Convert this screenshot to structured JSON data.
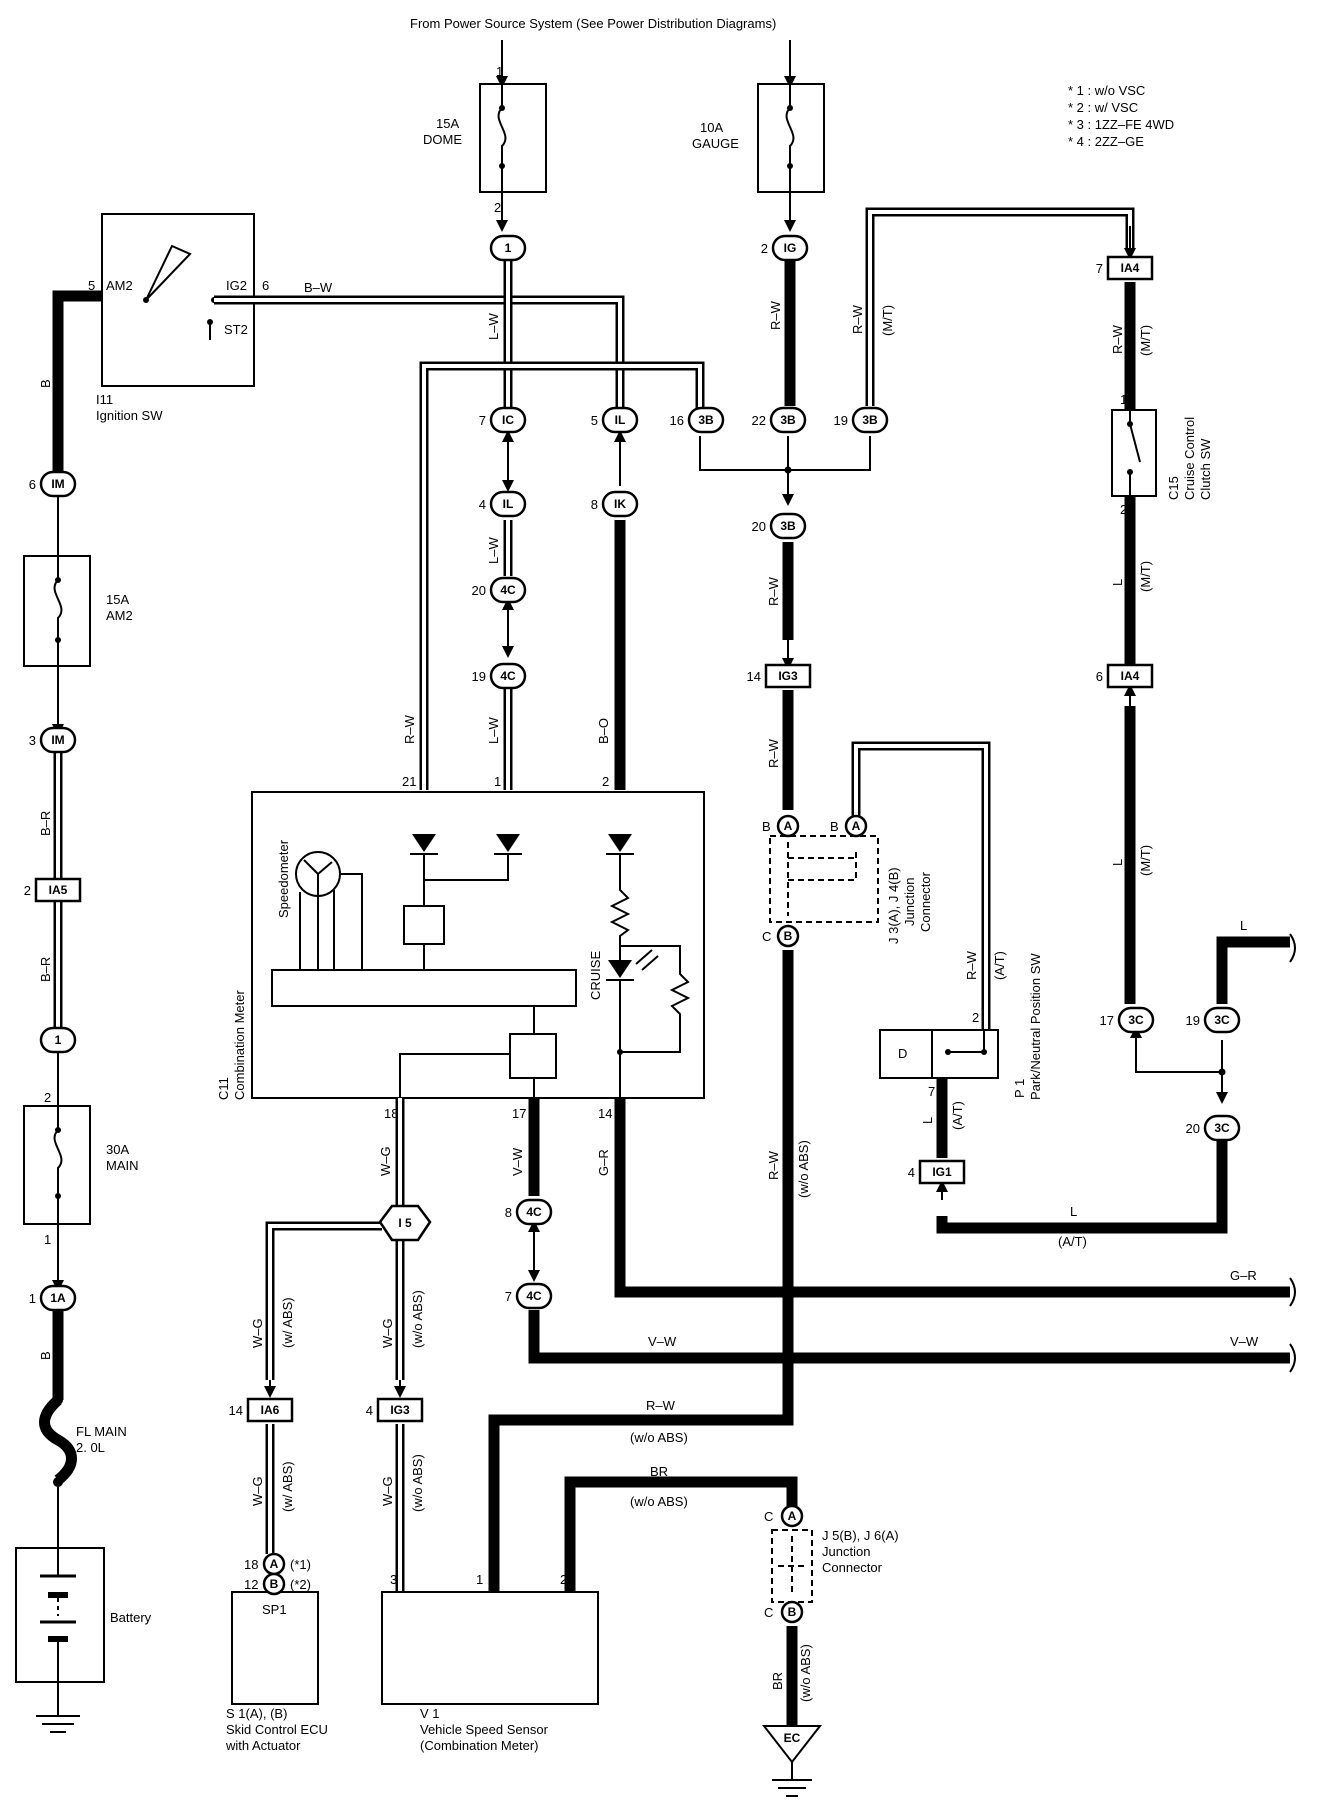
{
  "header": {
    "top_note": "From Power Source System (See Power Distribution Diagrams)"
  },
  "legend": [
    "* 1 : w/o VSC",
    "* 2 : w/ VSC",
    "* 3 : 1ZZ–FE 4WD",
    "* 4 : 2ZZ–GE"
  ],
  "fuses": {
    "dome": {
      "line1": "15A",
      "line2": "DOME",
      "pin_top": "1",
      "pin_bottom": "2"
    },
    "gauge": {
      "line1": "10A",
      "line2": "GAUGE"
    },
    "am2": {
      "line1": "15A",
      "line2": "AM2"
    },
    "main": {
      "line1": "30A",
      "line2": "MAIN",
      "pin_top": "2",
      "pin_bottom": "1"
    },
    "fl_main": {
      "line1": "FL MAIN",
      "line2": "2. 0L"
    }
  },
  "ignition": {
    "code": "I11",
    "name": "Ignition SW",
    "am2": "AM2",
    "ig2": "IG2",
    "st2": "ST2",
    "pin_am2": "5",
    "pin_ig2": "6"
  },
  "connectors": {
    "c1_top": {
      "pin": "",
      "code": "1"
    },
    "ig_top": {
      "pin": "2",
      "code": "IG"
    },
    "ic": {
      "pin": "7",
      "code": "IC"
    },
    "il_top": {
      "pin": "5",
      "code": "IL"
    },
    "b3_16": {
      "pin": "16",
      "code": "3B"
    },
    "b3_22": {
      "pin": "22",
      "code": "3B"
    },
    "b3_19": {
      "pin": "19",
      "code": "3B"
    },
    "b3_20": {
      "pin": "20",
      "code": "3B"
    },
    "il_4": {
      "pin": "4",
      "code": "IL"
    },
    "ik_8": {
      "pin": "8",
      "code": "IK"
    },
    "c4_20": {
      "pin": "20",
      "code": "4C"
    },
    "c4_19": {
      "pin": "19",
      "code": "4C"
    },
    "ig3_14": {
      "pin": "14",
      "code": "IG3"
    },
    "ia4_7": {
      "pin": "7",
      "code": "IA4"
    },
    "ia4_6": {
      "pin": "6",
      "code": "IA4"
    },
    "im_6": {
      "pin": "6",
      "code": "IM"
    },
    "im_3": {
      "pin": "3",
      "code": "IM"
    },
    "ia5_2": {
      "pin": "2",
      "code": "IA5"
    },
    "one_mid": {
      "pin": "",
      "code": "1"
    },
    "a1_1": {
      "pin": "1",
      "code": "1A"
    },
    "c3_17": {
      "pin": "17",
      "code": "3C"
    },
    "c3_19": {
      "pin": "19",
      "code": "3C"
    },
    "c3_20": {
      "pin": "20",
      "code": "3C"
    },
    "ig1_4": {
      "pin": "4",
      "code": "IG1"
    },
    "c4_8": {
      "pin": "8",
      "code": "4C"
    },
    "c4_7": {
      "pin": "7",
      "code": "4C"
    },
    "i5": {
      "code": "I 5"
    },
    "ia6_14": {
      "pin": "14",
      "code": "IA6"
    },
    "ig3_4": {
      "pin": "4",
      "code": "IG3"
    },
    "j3_a1": {
      "pin": "B",
      "code": "A"
    },
    "j3_a2": {
      "pin": "B",
      "code": "A"
    },
    "j3_b": {
      "pin": "C",
      "code": "B"
    },
    "j5_a": {
      "pin": "C",
      "code": "A"
    },
    "j5_b": {
      "pin": "C",
      "code": "B"
    },
    "sp_a": {
      "pin": "18",
      "code": "A",
      "note": "(*1)"
    },
    "sp_b": {
      "pin": "12",
      "code": "B",
      "note": "(*2)"
    },
    "ec": {
      "code": "EC"
    }
  },
  "wires": {
    "b_w": "B–W",
    "l_w": "L–W",
    "r_w": "R–W",
    "r_w_mt": "(M/T)",
    "b": "B",
    "b_r": "B–R",
    "b_o": "B–O",
    "l": "L",
    "mt": "(M/T)",
    "at": "(A/T)",
    "g_r": "G–R",
    "v_w": "V–W",
    "w_g": "W–G",
    "w_abs": "(w/ ABS)",
    "wo_abs": "(w/o ABS)",
    "br": "BR"
  },
  "meter": {
    "code": "C11",
    "name": "Combination Meter",
    "speedometer": "Speedometer",
    "cruise": "CRUISE",
    "pin21": "21",
    "pin1": "1",
    "pin2": "2",
    "pin18": "18",
    "pin17": "17",
    "pin14": "14"
  },
  "clutch_sw": {
    "code": "C15",
    "line1": "Cruise Control",
    "line2": "Clutch SW",
    "pin1": "1",
    "pin2": "2"
  },
  "pn_sw": {
    "code": "P 1",
    "name": "Park/Neutral Position SW",
    "d": "D",
    "pin2": "2",
    "pin7": "7"
  },
  "j34": {
    "line1": "J 3(A), J 4(B)",
    "line2": "Junction",
    "line3": "Connector"
  },
  "j56": {
    "line1": "J 5(B), J 6(A)",
    "line2": "Junction",
    "line3": "Connector"
  },
  "battery": {
    "label": "Battery"
  },
  "ecu": {
    "box": "SP1",
    "line1": "S 1(A), (B)",
    "line2": "Skid Control ECU",
    "line3": "with Actuator"
  },
  "vss": {
    "code": "V 1",
    "line1": "Vehicle Speed Sensor",
    "line2": "(Combination Meter)",
    "pin3": "3",
    "pin1": "1",
    "pin2": "2"
  }
}
